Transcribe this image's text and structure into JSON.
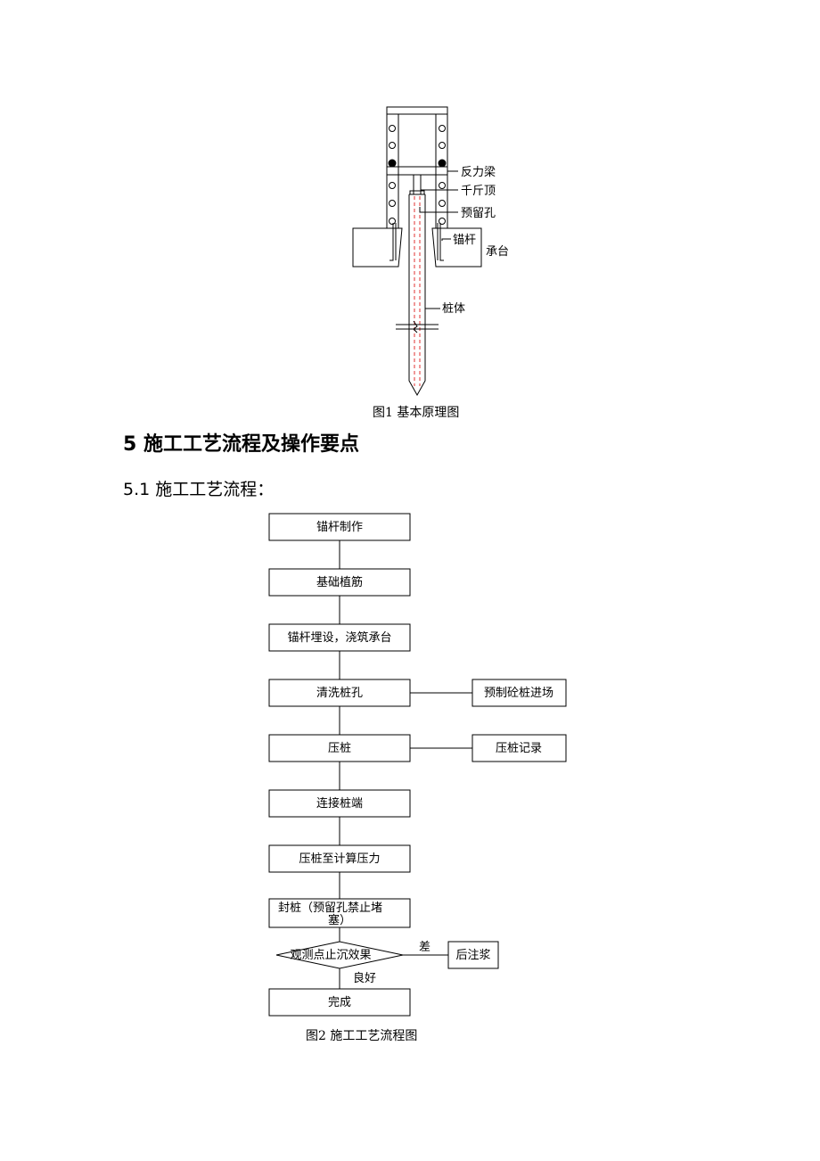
{
  "figure1": {
    "labels": {
      "reaction_beam": "反力梁",
      "jack": "千斤顶",
      "reserved_hole": "预留孔",
      "anchor_rod": "锚杆",
      "cap": "承台",
      "pile_body": "桩体"
    },
    "caption": "图1  基本原理图"
  },
  "section": {
    "heading": "5  施工工艺流程及操作要点",
    "subheading": "5.1  施工工艺流程："
  },
  "flowchart": {
    "steps": [
      "锚杆制作",
      "基础植筋",
      "锚杆埋设，浇筑承台",
      "清洗桩孔",
      "压桩",
      "连接桩端",
      "压桩至计算压力",
      "封桩（预留孔禁止堵塞）"
    ],
    "step8_line1": "封桩（预留孔禁止堵",
    "step8_line2": "塞）",
    "side_boxes": {
      "precast_pile": "预制砼桩进场",
      "pressing_record": "压桩记录",
      "post_grouting": "后注浆"
    },
    "decision": "观测点止沉效果",
    "decision_bad": "差",
    "decision_good": "良好",
    "final": "完成",
    "caption": "图2  施工工艺流程图"
  }
}
